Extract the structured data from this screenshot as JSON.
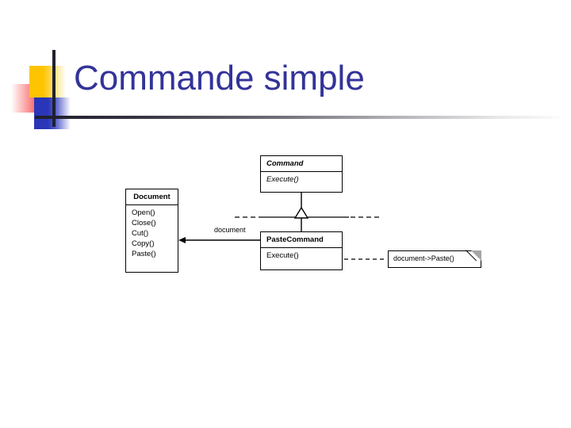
{
  "slide": {
    "title": "Commande simple",
    "title_color": "#333399",
    "decoration": {
      "yellow": "#FFC400",
      "blue": "#2A35B8",
      "red": "#FA3C3C",
      "line": "#20202E"
    }
  },
  "diagram": {
    "type": "uml-class-diagram",
    "classes": [
      {
        "name": "Document",
        "abstract": false,
        "operations": [
          "Open()",
          "Close()",
          "Cut()",
          "Copy()",
          "Paste()"
        ]
      },
      {
        "name": "Command",
        "abstract": true,
        "operations": [
          "Execute()"
        ]
      },
      {
        "name": "PasteCommand",
        "abstract": false,
        "operations": [
          "Execute()"
        ]
      }
    ],
    "association_label": "document",
    "note": "document->Paste()",
    "relations": [
      {
        "kind": "generalization",
        "from": "PasteCommand",
        "to": "Command"
      },
      {
        "kind": "aggregation",
        "from": "PasteCommand",
        "to": "Document",
        "label": "document"
      },
      {
        "kind": "note-link",
        "from": "PasteCommand.Execute()",
        "to": "document->Paste()"
      }
    ]
  }
}
